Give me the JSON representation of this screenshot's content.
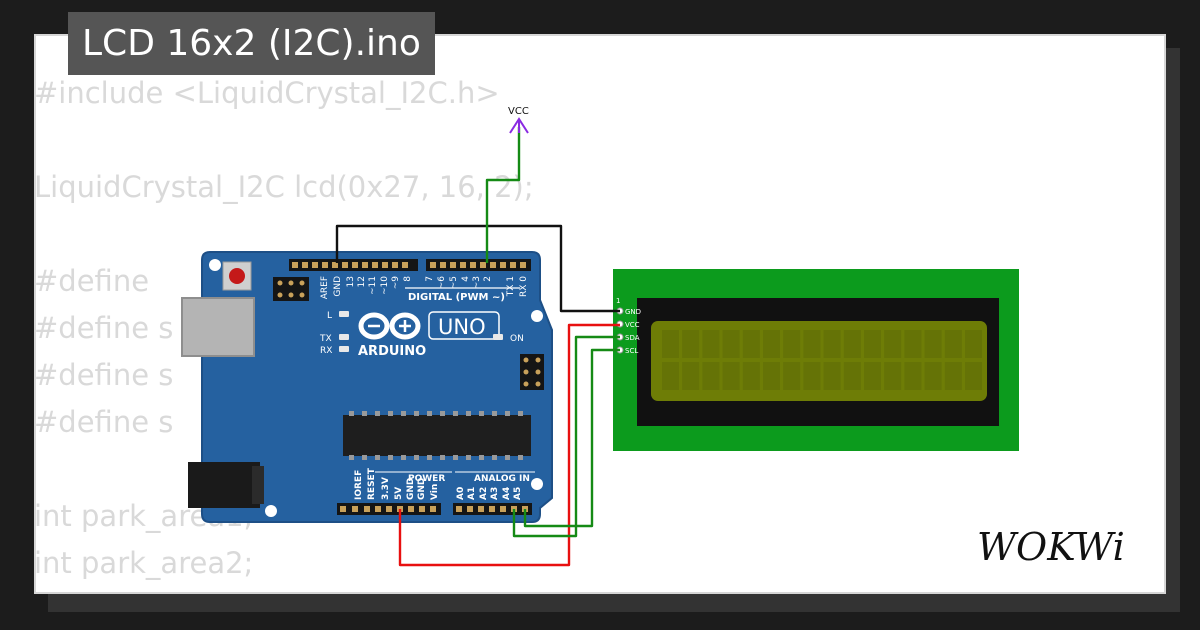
{
  "title": "LCD 16x2 (I2C).ino",
  "code_lines": [
    "#include <LiquidCrystal_I2C.h>",
    "",
    "LiquidCrystal_I2C lcd(0x27, 16, 2);",
    "",
    "#define",
    "#define s",
    "#define s",
    "#define s",
    "",
    "int park_area1;",
    "int park_area2;"
  ],
  "vcc_label": "VCC",
  "arduino": {
    "brand": "ARDUINO",
    "model": "UNO",
    "digital_label": "DIGITAL (PWM ~)",
    "power_label": "POWER",
    "analog_label": "ANALOG IN",
    "on_label": "ON",
    "l_label": "L",
    "tx_label": "TX",
    "rx_label": "RX",
    "top_pins": [
      "AREF",
      "GND",
      "13",
      "12",
      "~11",
      "~10",
      "~9",
      "8",
      "7",
      "~6",
      "~5",
      "4",
      "~3",
      "2",
      "TX 1",
      "RX 0"
    ],
    "power_pins": [
      "IOREF",
      "RESET",
      "3.3V",
      "5V",
      "GND",
      "GND",
      "Vin"
    ],
    "analog_pins": [
      "A0",
      "A1",
      "A2",
      "A3",
      "A4",
      "A5"
    ]
  },
  "lcd": {
    "pin_number": "1",
    "pins": [
      "GND",
      "VCC",
      "SDA",
      "SCL"
    ]
  },
  "logo": "WOKWi",
  "colors": {
    "board": "#2561a0",
    "lcd_pcb": "#0c9b1d",
    "lcd_screen": "#6e7d06",
    "wire_black": "#111111",
    "wire_red": "#e81010",
    "wire_green": "#158a15",
    "vcc": "#8a2be2"
  }
}
